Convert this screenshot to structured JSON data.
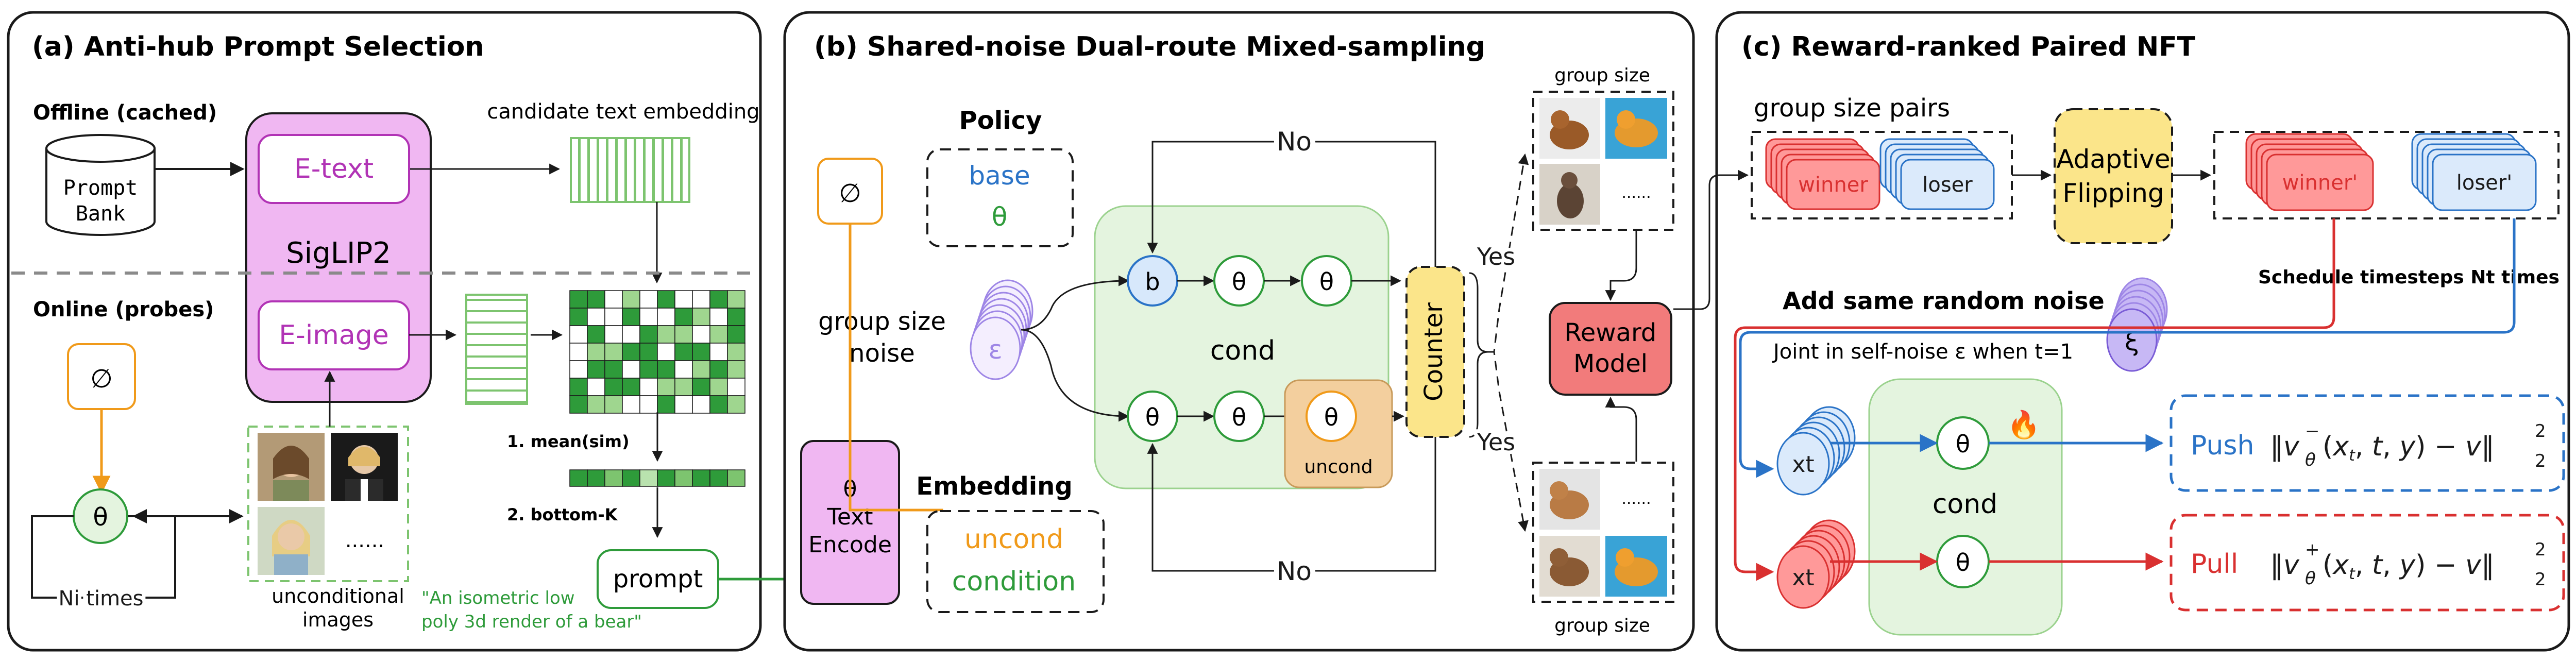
{
  "panels": {
    "a": {
      "title": "(a) Anti-hub Prompt Selection",
      "offline": "Offline (cached)",
      "prompt_bank": [
        "Prompt",
        "Bank"
      ],
      "e_text": "E-text",
      "candidate": "candidate text embedding",
      "siglip": "SigLIP2",
      "online": "Online (probes)",
      "e_image": "E-image",
      "null_symbol": "∅",
      "theta": "θ",
      "ni_times": "Ni times",
      "uncond_images": [
        "unconditional",
        "images"
      ],
      "ellipsis": "......",
      "step1": "1. mean(sim)",
      "step2": "2. bottom-K",
      "prompt": "prompt",
      "example_prompt": [
        "\"An isometric low",
        "poly 3d render of a bear\""
      ]
    },
    "b": {
      "title": "(b) Shared-noise Dual-route Mixed-sampling",
      "policy": "Policy",
      "base": "base",
      "theta": "θ",
      "null_symbol": "∅",
      "group_noise": [
        "group size",
        "noise"
      ],
      "epsilon": "ε",
      "b": "b",
      "cond": "cond",
      "uncond": "uncond",
      "counter": "Counter",
      "no": "No",
      "yes": "Yes",
      "reward": [
        "Reward",
        "Model"
      ],
      "group_size": "group size",
      "text_encode": [
        "θ",
        "Text",
        "Encode"
      ],
      "embedding": "Embedding",
      "emb_uncond": "uncond",
      "emb_condition": "condition",
      "dots": "......"
    },
    "c": {
      "title": "(c) Reward-ranked Paired NFT",
      "pairs": "group size pairs",
      "winner": "winner",
      "loser": "loser",
      "adaptive": [
        "Adaptive",
        "Flipping"
      ],
      "winner_p": "winner'",
      "loser_p": "loser'",
      "schedule": "Schedule timesteps Nt times",
      "add_noise": "Add same random noise",
      "joint": "Joint in self-noise ε when t=1",
      "xi": "ξ",
      "xt": "xt",
      "cond": "cond",
      "theta": "θ",
      "fire": "🔥",
      "push": "Push",
      "pull": "Pull"
    }
  },
  "colors": {
    "purple_fill": "#f0b7f2",
    "purple_stroke": "#b133b5",
    "green_fill": "#e4f4df",
    "green_dark": "#2e9b3a",
    "red_fill": "#f27b7b",
    "yellow_fill": "#fbe58a",
    "blue": "#2a73c7",
    "red": "#d93030",
    "orange": "#f09a1a",
    "violet": "#9e86e6"
  }
}
